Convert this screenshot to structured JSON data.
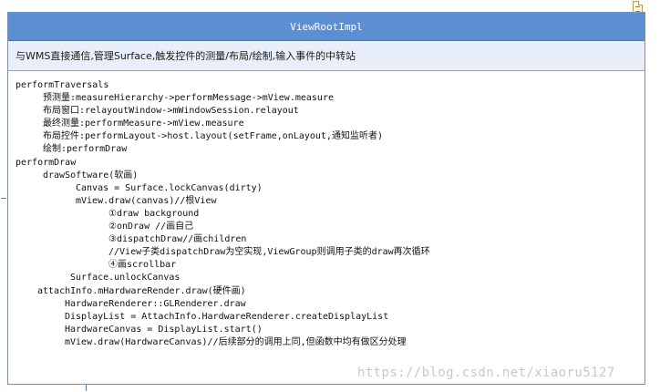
{
  "class_box": {
    "title": "ViewRootImpl",
    "description": "与WMS直接通信,管理Surface,触发控件的测量/布局/绘制,输入事件的中转站",
    "lines": [
      {
        "indent": 0,
        "text": "performTraversals"
      },
      {
        "indent": 5,
        "text": "预测量:measureHierarchy->performMessage->mView.measure"
      },
      {
        "indent": 5,
        "text": "布局窗口:relayoutWindow->mWindowSession.relayout"
      },
      {
        "indent": 5,
        "text": "最终测量:performMeasure->mView.measure"
      },
      {
        "indent": 5,
        "text": "布局控件:performLayout->host.layout(setFrame,onLayout,通知监听者)"
      },
      {
        "indent": 5,
        "text": "绘制:performDraw"
      },
      {
        "indent": 0,
        "text": "performDraw"
      },
      {
        "indent": 5,
        "text": "drawSoftware(软画)"
      },
      {
        "indent": 11,
        "text": "Canvas = Surface.lockCanvas(dirty)"
      },
      {
        "indent": 11,
        "text": "mView.draw(canvas)//根View"
      },
      {
        "indent": 17,
        "text": "①draw background"
      },
      {
        "indent": 17,
        "text": "②onDraw //画自己"
      },
      {
        "indent": 17,
        "text": "③dispatchDraw//画children"
      },
      {
        "indent": 17,
        "text": "//View子类dispatchDraw为空实现,ViewGroup则调用子类的draw再次循环"
      },
      {
        "indent": 17,
        "text": "④画scrollbar"
      },
      {
        "indent": 10,
        "text": "Surface.unlockCanvas"
      },
      {
        "indent": 4,
        "text": "attachInfo.mHardwareRender.draw(硬件画)"
      },
      {
        "indent": 9,
        "text": "HardwareRenderer::GLRenderer.draw"
      },
      {
        "indent": 9,
        "text": "DisplayList = AttachInfo.HardwareRenderer.createDisplayList"
      },
      {
        "indent": 9,
        "text": "HardwareCanvas = DisplayList.start()"
      },
      {
        "indent": 9,
        "text": "mView.draw(HardwareCanvas)//后续部分的调用上同,但函数中均有做区分处理"
      }
    ]
  },
  "watermark": "https://blog.csdn.net/xiaoru5127"
}
